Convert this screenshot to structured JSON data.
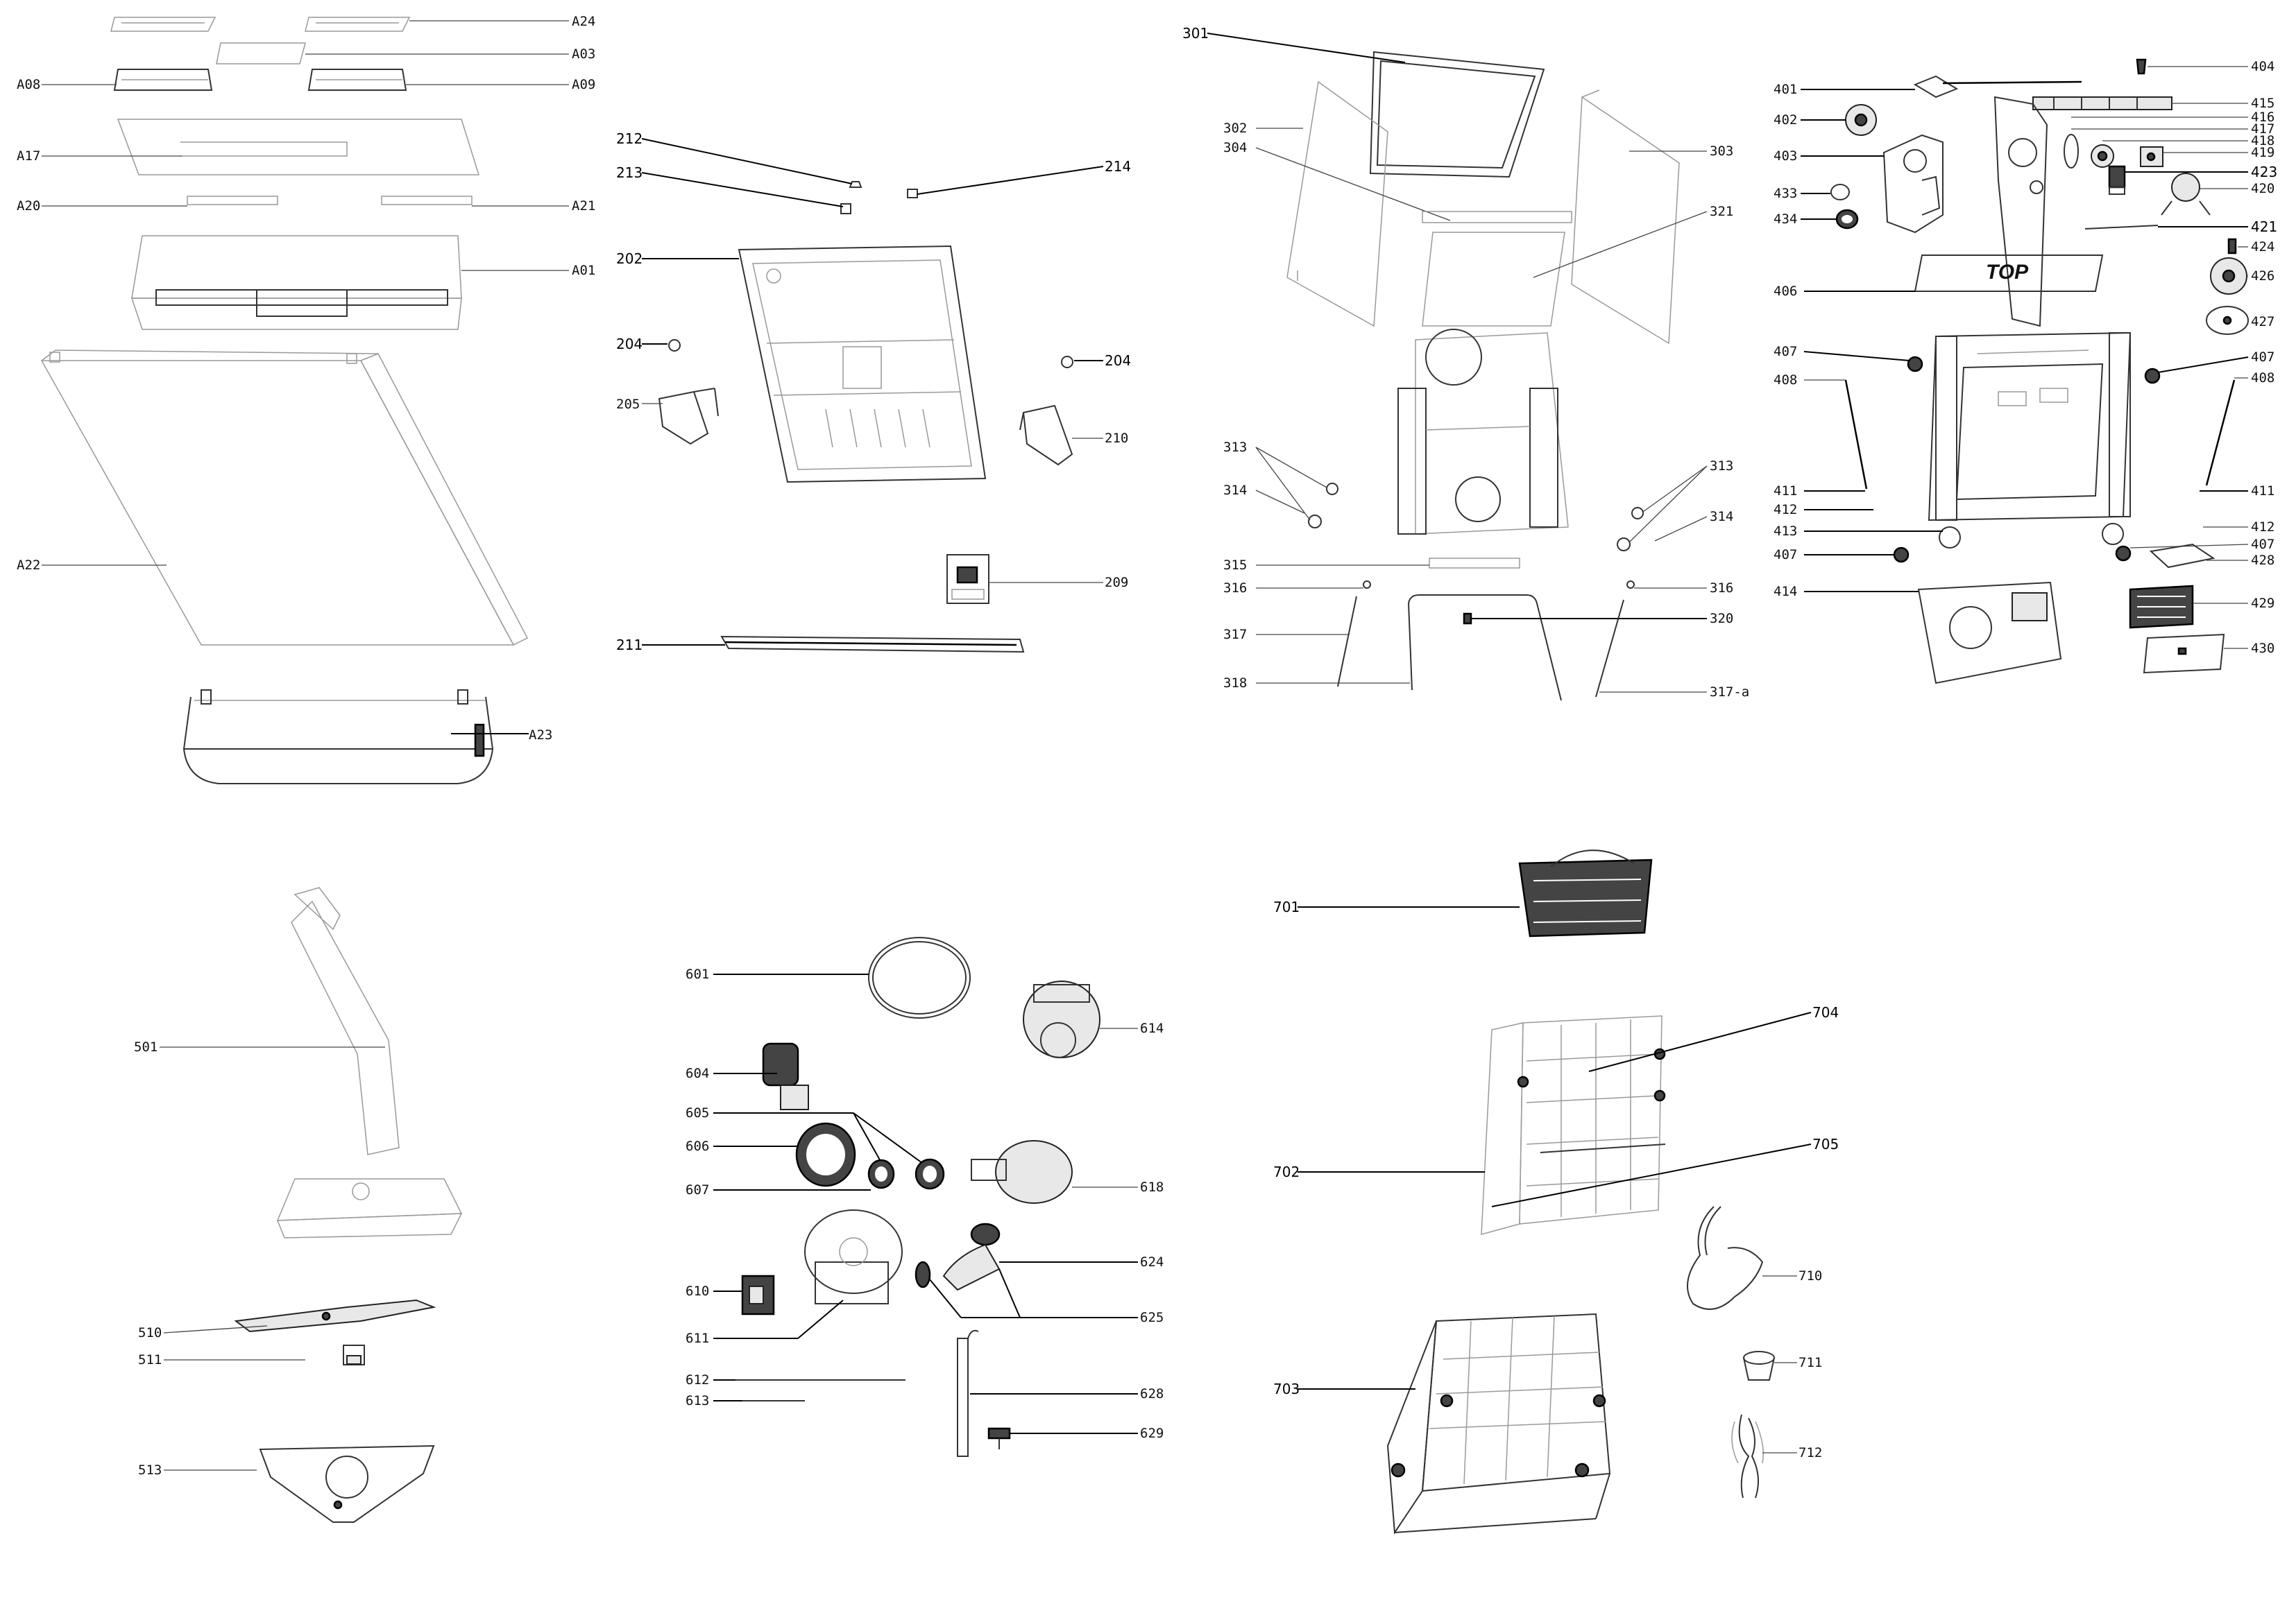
{
  "labels": {
    "A24": "A24",
    "A03": "A03",
    "A08": "A08",
    "A09": "A09",
    "A17": "A17",
    "A20": "A20",
    "A21": "A21",
    "A01": "A01",
    "A22": "A22",
    "A23": "A23",
    "l212": "212",
    "l213": "213",
    "l214": "214",
    "l202": "202",
    "l204a": "204",
    "l204b": "204",
    "l205": "205",
    "l210": "210",
    "l209": "209",
    "l211": "211",
    "l301": "301",
    "l302": "302",
    "l304": "304",
    "l303": "303",
    "l321": "321",
    "l313a": "313",
    "l314a": "314",
    "l313b": "313",
    "l314b": "314",
    "l315": "315",
    "l316a": "316",
    "l316b": "316",
    "l317": "317",
    "l320": "320",
    "l318": "318",
    "l317a": "317-a",
    "l401": "401",
    "l402": "402",
    "l403": "403",
    "l433": "433",
    "l434": "434",
    "l404": "404",
    "l415": "415",
    "l416": "416",
    "l417": "417",
    "l418": "418",
    "l419": "419",
    "l423": "423",
    "l420": "420",
    "l421": "421",
    "l424": "424",
    "l426": "426",
    "l427": "427",
    "l406": "406",
    "l407a": "407",
    "l407b": "407",
    "l408a": "408",
    "l408b": "408",
    "l411a": "411",
    "l411b": "411",
    "l412a": "412",
    "l412b": "412",
    "l413": "413",
    "l407c": "407",
    "l407d": "407",
    "l428": "428",
    "l414": "414",
    "l429": "429",
    "l430": "430",
    "l501": "501",
    "l510": "510",
    "l511": "511",
    "l513": "513",
    "l601": "601",
    "l604": "604",
    "l605": "605",
    "l606": "606",
    "l607": "607",
    "l610": "610",
    "l611": "611",
    "l612": "612",
    "l613": "613",
    "l614": "614",
    "l618": "618",
    "l624": "624",
    "l625": "625",
    "l628": "628",
    "l629": "629",
    "l701": "701",
    "l704": "704",
    "l702": "702",
    "l705": "705",
    "l703": "703",
    "l710": "710",
    "l711": "711",
    "l712": "712"
  },
  "box_print": "TOP"
}
